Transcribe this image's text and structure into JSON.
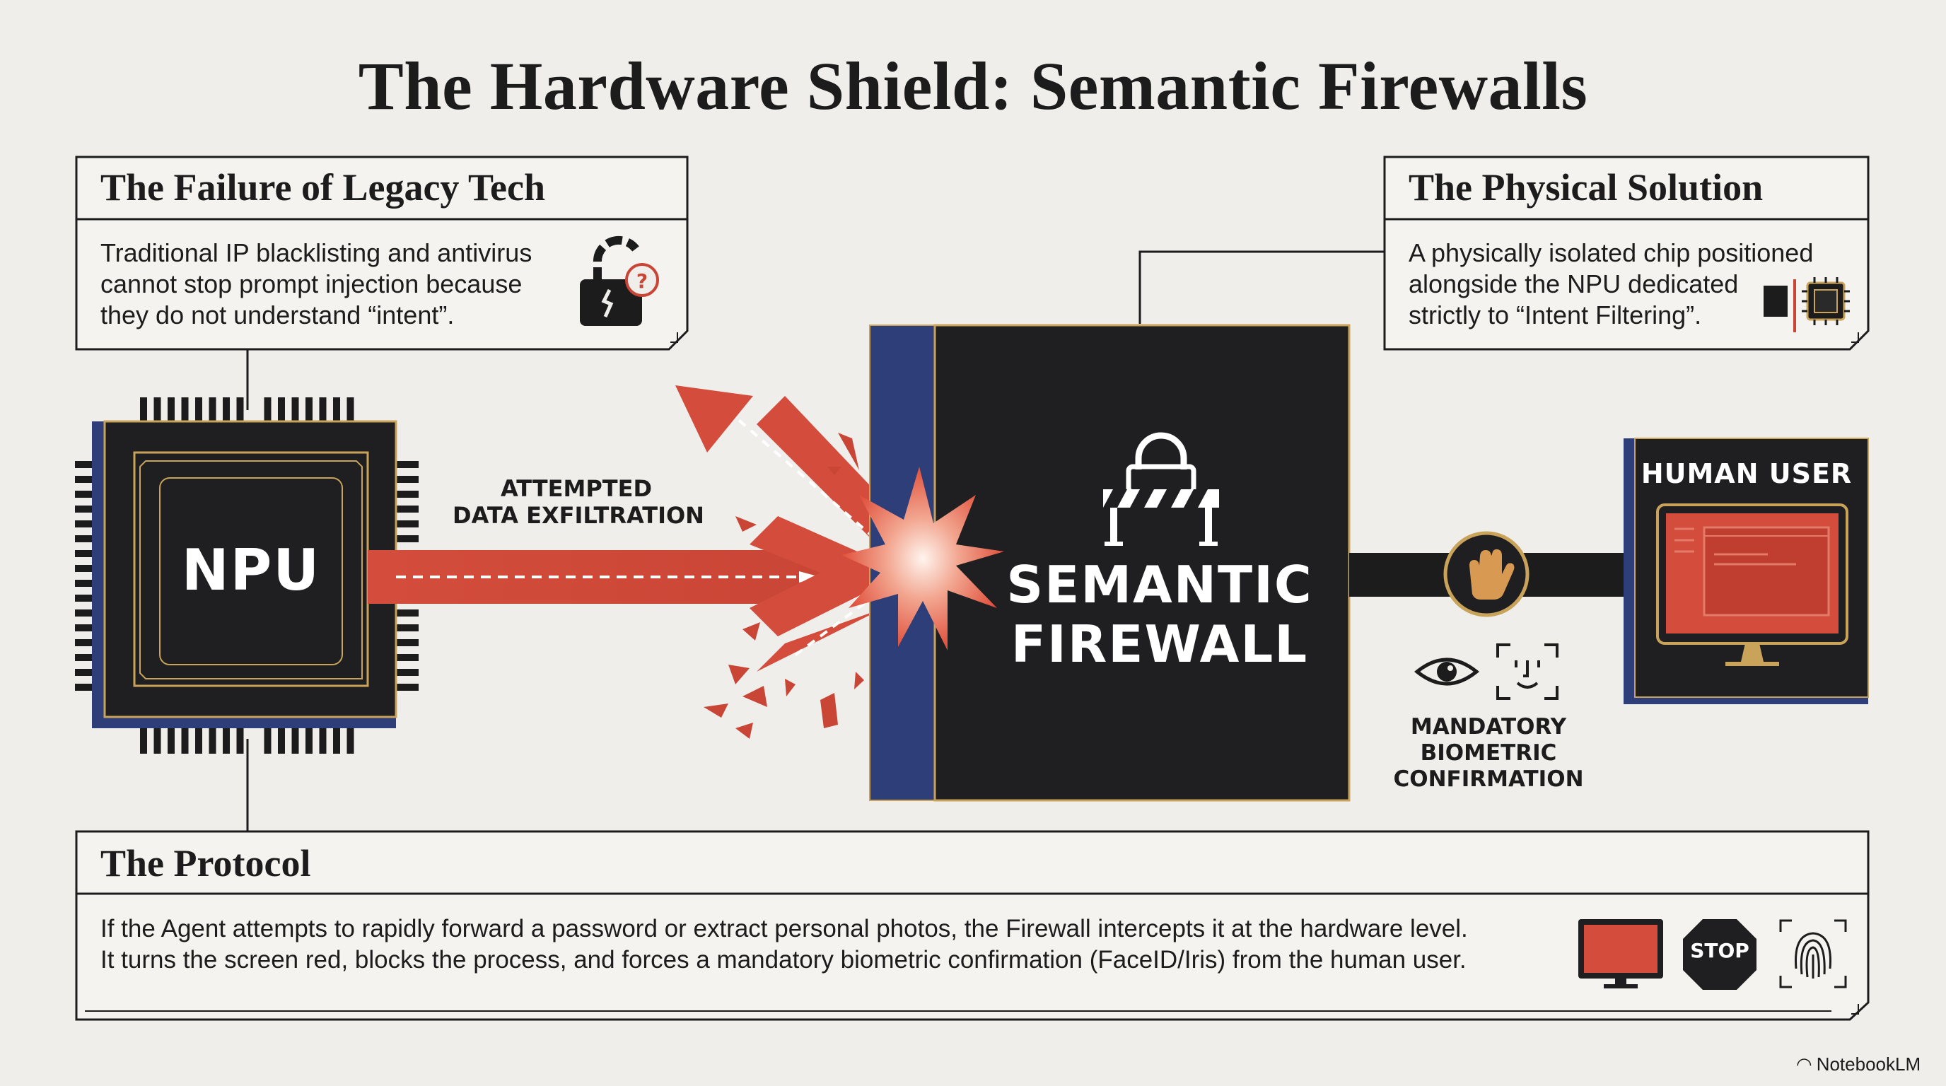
{
  "title": "The Hardware Shield: Semantic Firewalls",
  "legacy": {
    "heading": "The Failure of Legacy Tech",
    "lines": [
      "Traditional IP blacklisting and antivirus",
      "cannot stop prompt injection because",
      "they do not understand “intent”."
    ],
    "icon": "broken-lock-question-icon"
  },
  "solution": {
    "heading": "The Physical Solution",
    "lines": [
      "A physically isolated chip positioned",
      "alongside the NPU dedicated",
      "strictly to “Intent Filtering”."
    ],
    "icon": "isolated-chip-icon"
  },
  "npu": {
    "label": "NPU"
  },
  "arrow_label": [
    "ATTEMPTED",
    "DATA EXFILTRATION"
  ],
  "firewall": {
    "label_lines": [
      "SEMANTIC",
      "FIREWALL"
    ],
    "icon": "lock-barrier-icon"
  },
  "human_user": {
    "label": "HUMAN USER"
  },
  "biometric": {
    "label_lines": [
      "MANDATORY",
      "BIOMETRIC",
      "CONFIRMATION"
    ],
    "icons": [
      "hand-icon",
      "eye-icon",
      "face-id-icon"
    ]
  },
  "protocol": {
    "heading": "The Protocol",
    "lines": [
      "If the Agent attempts to rapidly forward a password or extract personal photos, the Firewall intercepts it at the hardware level.",
      "It turns the screen red, blocks the process, and forces a mandatory biometric confirmation (FaceID/Iris) from the human user."
    ],
    "icons": [
      "red-screen-icon",
      "stop-sign-icon",
      "fingerprint-icon"
    ],
    "stop_label": "STOP"
  },
  "brand": "NotebookLM",
  "colors": {
    "background": "#efeeea",
    "dark": "#1f1f22",
    "accent_red": "#d44d3c",
    "gold": "#c9a35a",
    "navy": "#2d3e78"
  }
}
